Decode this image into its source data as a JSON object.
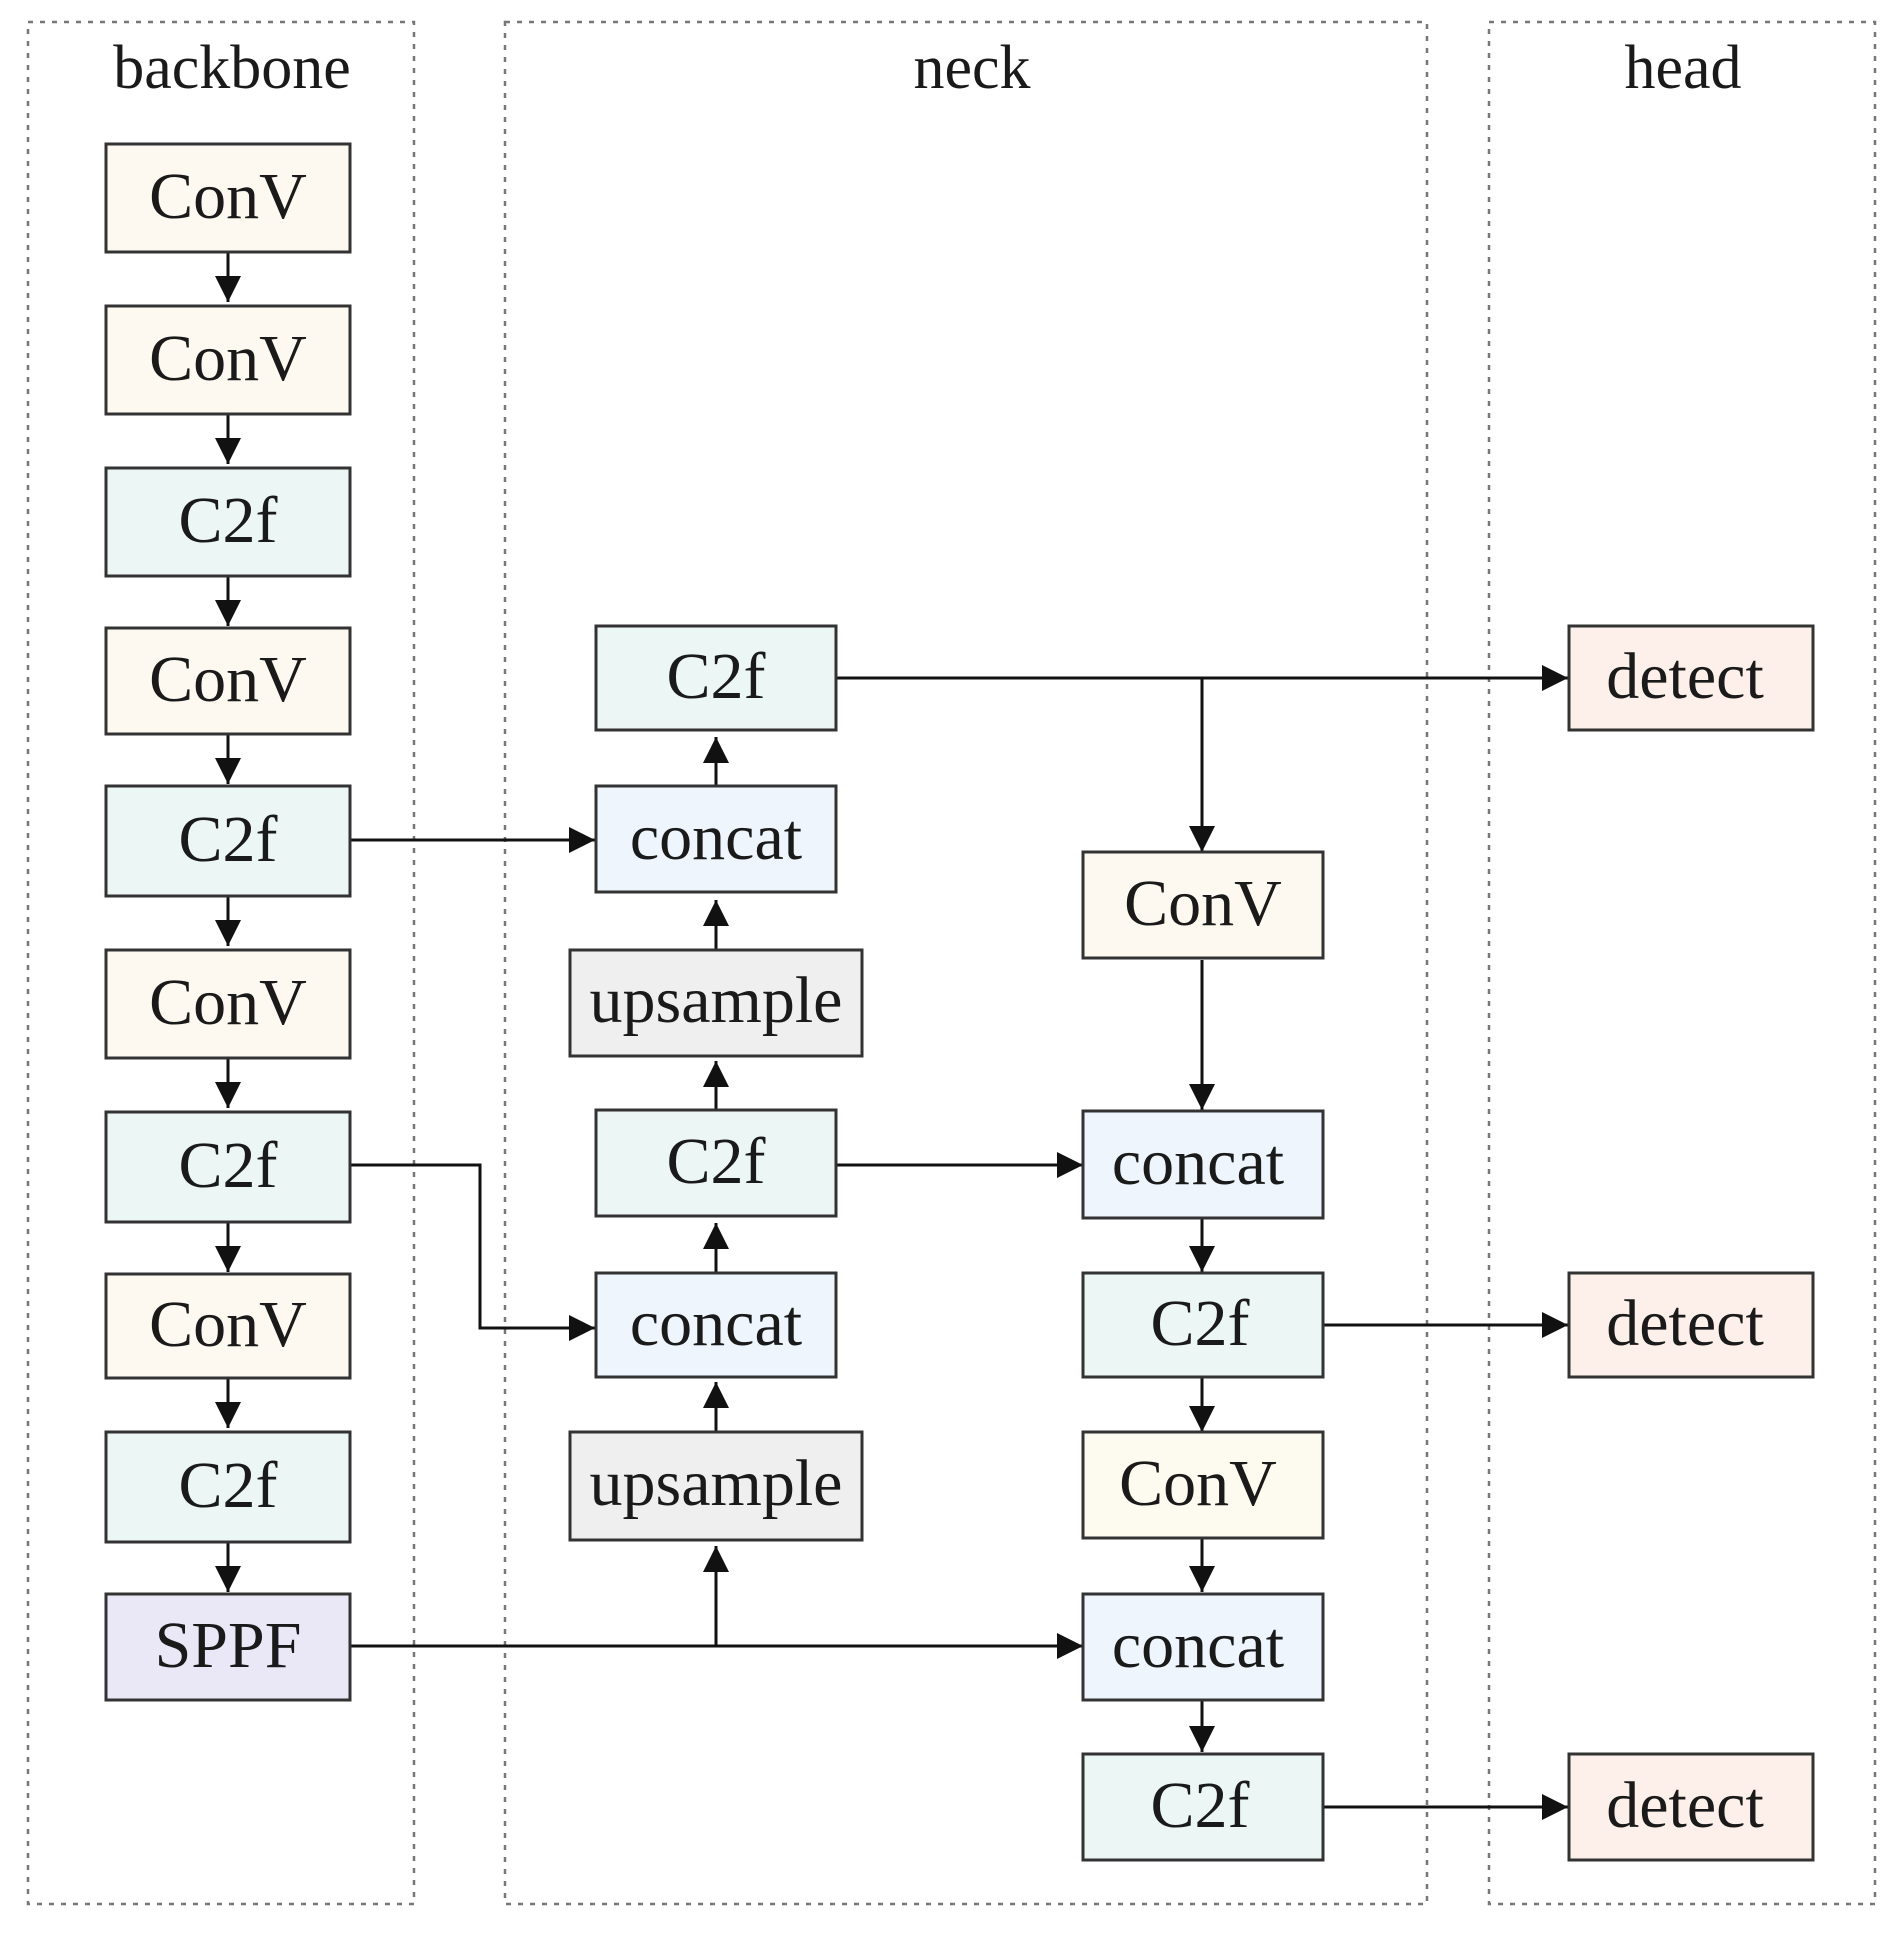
{
  "colors": {
    "conv": "#fdf9f0",
    "c2f": "#ecf6f5",
    "concat": "#eef5fc",
    "upsample": "#efefef",
    "sppf": "#eae8f6",
    "detect": "#fdf0ea"
  },
  "sections": {
    "backbone": "backbone",
    "neck": "neck",
    "head": "head"
  },
  "nodes": {
    "b1": "ConV",
    "b2": "ConV",
    "b3": "C2f",
    "b4": "ConV",
    "b5": "C2f",
    "b6": "ConV",
    "b7": "C2f",
    "b8": "ConV",
    "b9": "C2f",
    "b10": "SPPF",
    "n_c2f_top": "C2f",
    "n_concat_top": "concat",
    "n_upsample_top": "upsample",
    "n_c2f_mid": "C2f",
    "n_concat_mid": "concat",
    "n_upsample_bot": "upsample",
    "r_conv_top": "ConV",
    "r_concat_1": "concat",
    "r_c2f_1": "C2f",
    "r_conv_2": "ConV",
    "r_concat_2": "concat",
    "r_c2f_2": "C2f",
    "h_detect_1": "detect",
    "h_detect_2": "detect",
    "h_detect_3": "detect"
  }
}
